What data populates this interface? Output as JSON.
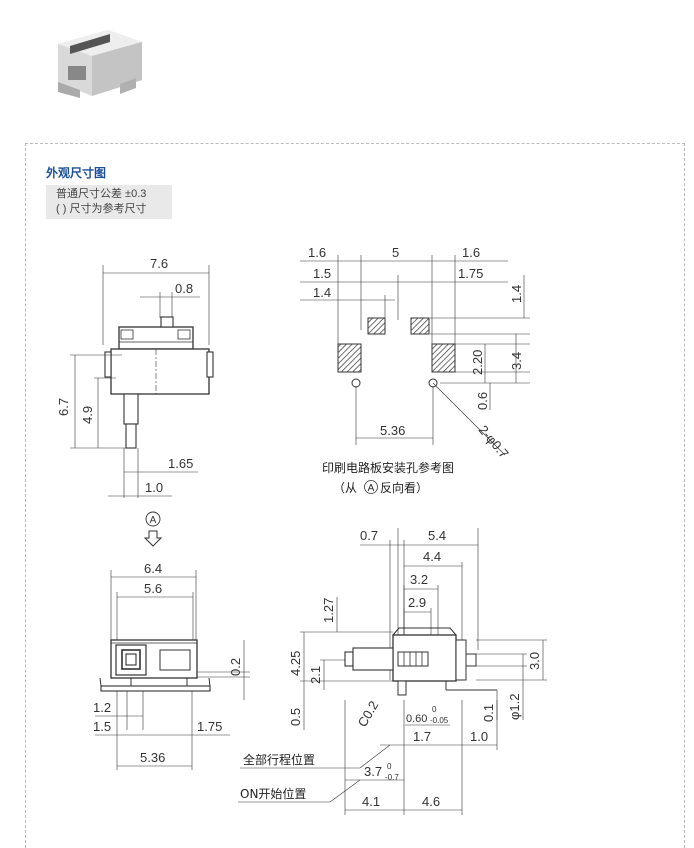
{
  "header": {
    "section_title": "外观尺寸图",
    "tolerance_general": "普通尺寸公差 ±0.3",
    "tolerance_reference": "( ) 尺寸为参考尺寸"
  },
  "views": {
    "front_view": {
      "d1": "7.6",
      "d2": "0.8",
      "d3": "6.7",
      "d4": "4.9",
      "d5": "1.65",
      "d6": "1.0"
    },
    "pcb_layout": {
      "d1": "1.6",
      "d2": "5",
      "d3": "1.6",
      "d4": "1.5",
      "d5": "1.75",
      "d6": "1.4",
      "d7": "1.4",
      "d8": "2.20",
      "d9": "3.4",
      "d10": "0.6",
      "d11": "5.36",
      "d12": "2-φ0.7",
      "caption_line1": "印刷电路板安装孔参考图",
      "caption_line2_open": "（从",
      "caption_circle": "A",
      "caption_line2_close": "反向看）"
    },
    "view_marker": "A",
    "end_view": {
      "d1": "6.4",
      "d2": "5.6",
      "d3": "0.2",
      "d4": "1.2",
      "d5": "1.5",
      "d6": "1.75",
      "d7": "5.36"
    },
    "side_view": {
      "d1": "0.7",
      "d2": "5.4",
      "d3": "4.4",
      "d4": "3.2",
      "d5": "2.9",
      "d6": "1.27",
      "d7": "4.25",
      "d8": "2.1",
      "d9": "0.5",
      "d10": "C0.2",
      "d11": "0.60",
      "d12": "0",
      "d13": "-0.05",
      "d14": "0.1",
      "d15": "φ1.2",
      "d16": "3.0",
      "d17": "1.7",
      "d18": "1.0",
      "d19": "3.7",
      "d20": "0",
      "d21": "-0.7",
      "d22": "4.1",
      "d23": "4.6",
      "full_travel_label": "全部行程位置",
      "on_start_label": "ON开始位置"
    }
  }
}
